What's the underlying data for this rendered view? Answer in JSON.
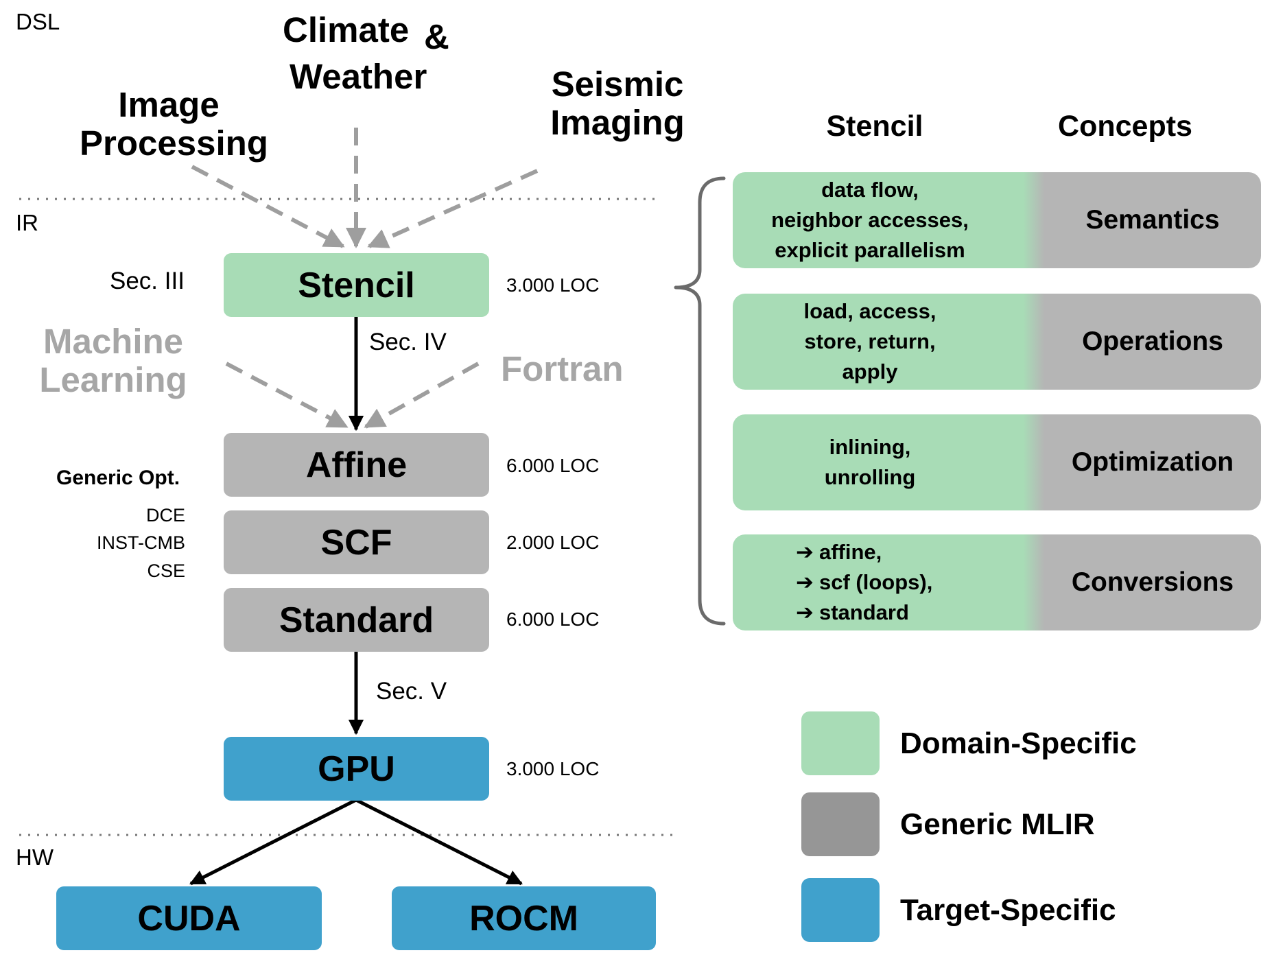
{
  "levels": {
    "dsl": "DSL",
    "ir": "IR",
    "hw": "HW"
  },
  "domains": {
    "image_processing": [
      "Image",
      "Processing"
    ],
    "climate": [
      "Climate",
      "&",
      "Weather"
    ],
    "seismic": [
      "Seismic",
      "Imaging"
    ],
    "machine_learning": [
      "Machine",
      "Learning"
    ],
    "fortran": "Fortran"
  },
  "sections": {
    "sec3": "Sec. III",
    "sec4": "Sec. IV",
    "sec5": "Sec. V"
  },
  "generic_opt": {
    "title": "Generic Opt.",
    "items": [
      "DCE",
      "INST-CMB",
      "CSE"
    ]
  },
  "nodes": {
    "stencil": {
      "label": "Stencil",
      "loc": "3.000 LOC"
    },
    "affine": {
      "label": "Affine",
      "loc": "6.000 LOC"
    },
    "scf": {
      "label": "SCF",
      "loc": "2.000 LOC"
    },
    "standard": {
      "label": "Standard",
      "loc": "6.000 LOC"
    },
    "gpu": {
      "label": "GPU",
      "loc": "3.000 LOC"
    },
    "cuda": {
      "label": "CUDA"
    },
    "rocm": {
      "label": "ROCM"
    }
  },
  "table": {
    "header_left": "Stencil",
    "header_right": "Concepts",
    "rows": [
      {
        "detail": [
          "data flow,",
          "neighbor accesses,",
          "explicit parallelism"
        ],
        "concept": "Semantics"
      },
      {
        "detail": [
          "load, access,",
          "store, return,",
          "apply"
        ],
        "concept": "Operations"
      },
      {
        "detail": [
          "inlining,",
          "unrolling"
        ],
        "concept": "Optimization"
      },
      {
        "detail": [
          "affine,",
          "scf (loops),",
          "standard"
        ],
        "concept": "Conversions",
        "arrow": "➔"
      }
    ]
  },
  "legend": [
    {
      "label": "Domain-Specific",
      "color": "#a8dcb6"
    },
    {
      "label": "Generic MLIR",
      "color": "#969696"
    },
    {
      "label": "Target-Specific",
      "color": "#40a1cc"
    }
  ]
}
